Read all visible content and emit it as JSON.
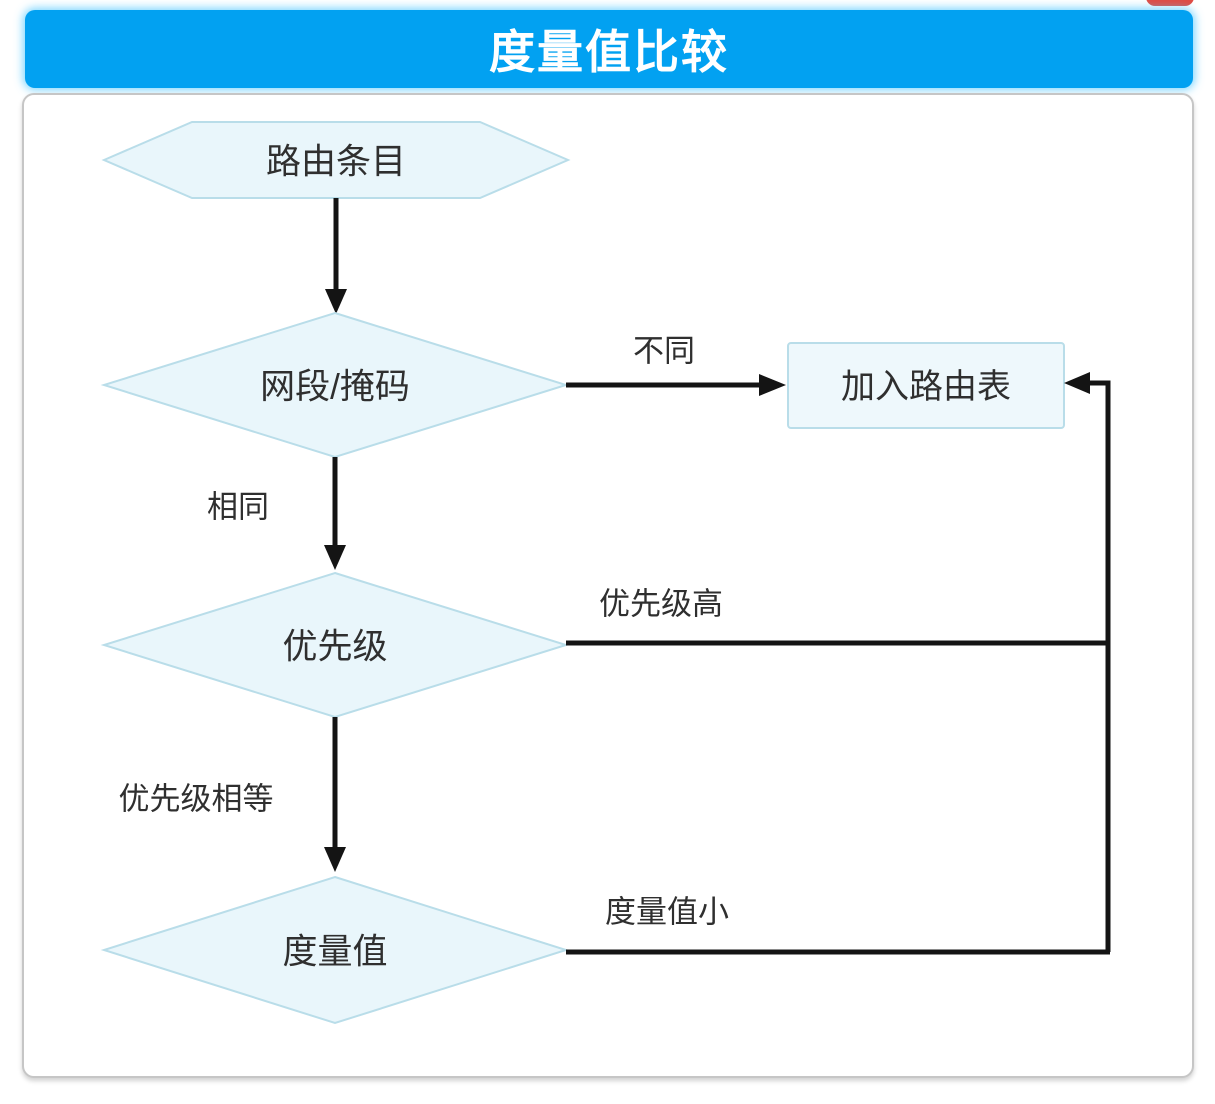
{
  "header": {
    "title": "度量值比较",
    "bg_color": "#02a1f1",
    "text_color": "#ffffff"
  },
  "decor": {
    "top_right_fragment_color": "#e14b43"
  },
  "flowchart": {
    "type": "flowchart",
    "colors": {
      "node_fill": "#e9f6fb",
      "node_border": "#b9dde9",
      "line_color": "#141414",
      "text_color": "#2f2f2f"
    },
    "nodes": [
      {
        "id": "route-entry",
        "shape": "hexagon",
        "label": "路由条目"
      },
      {
        "id": "segment-mask",
        "shape": "diamond",
        "label": "网段/掩码"
      },
      {
        "id": "priority",
        "shape": "diamond",
        "label": "优先级"
      },
      {
        "id": "metric",
        "shape": "diamond",
        "label": "度量值"
      },
      {
        "id": "add-routing-table",
        "shape": "rect",
        "label": "加入路由表"
      }
    ],
    "edges": [
      {
        "from": "route-entry",
        "to": "segment-mask",
        "label": ""
      },
      {
        "from": "segment-mask",
        "to": "add-routing-table",
        "label": "不同"
      },
      {
        "from": "segment-mask",
        "to": "priority",
        "label": "相同"
      },
      {
        "from": "priority",
        "to": "add-routing-table",
        "label": "优先级高"
      },
      {
        "from": "priority",
        "to": "metric",
        "label": "优先级相等"
      },
      {
        "from": "metric",
        "to": "add-routing-table",
        "label": "度量值小"
      }
    ],
    "edge_labels": {
      "different": "不同",
      "same": "相同",
      "priority_high": "优先级高",
      "priority_equal": "优先级相等",
      "metric_small": "度量值小"
    }
  }
}
